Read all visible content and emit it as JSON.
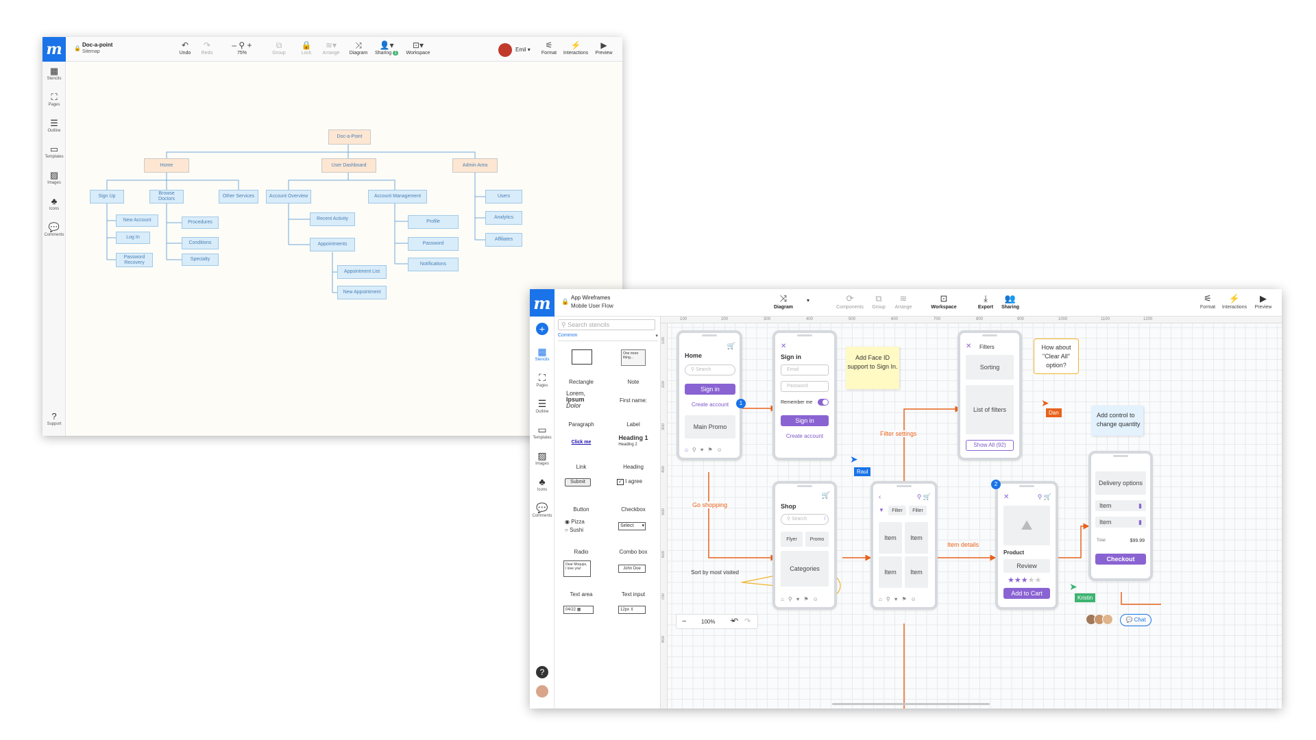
{
  "window1": {
    "doc_title": "Doc-a-point",
    "doc_subtitle": "Sitemap",
    "toolbar": {
      "undo": "Undo",
      "redo": "Redo",
      "zoom": "75%",
      "group": "Group",
      "lock": "Lock",
      "arrange": "Arrange",
      "diagram": "Diagram",
      "sharing": "Sharing",
      "sharing_badge": "1",
      "workspace": "Workspace",
      "user": "Emil",
      "format": "Format",
      "interactions": "Interactions",
      "preview": "Preview"
    },
    "sidebar": [
      "Stencils",
      "Pages",
      "Outline",
      "Templates",
      "Images",
      "Icons",
      "Comments"
    ],
    "support": "Support",
    "sitemap": {
      "root": "Doc-a-Point",
      "home": "Home",
      "user_dashboard": "User Dashboard",
      "admin_area": "Admin Area",
      "sign_up": "Sign Up",
      "browse_doctors": "Browse Doctors",
      "other_services": "Other Services",
      "account_overview": "Account Overview",
      "account_management": "Account Management",
      "new_account": "New Account",
      "log_in": "Log In",
      "password_recovery": "Password Recovery",
      "procedures": "Procedures",
      "conditions": "Conditions",
      "specialty": "Specialty",
      "recent_activity": "Recent Activity",
      "appointments": "Appointments",
      "appointment_list": "Appointment List",
      "new_appointment": "New Appointment",
      "profile": "Profile",
      "password": "Password",
      "notifications": "Notifications",
      "users": "Users",
      "analytics": "Analytics",
      "affiliates": "Affiliates"
    }
  },
  "window2": {
    "doc_title": "App Wireframes",
    "doc_subtitle": "Mobile User Flow",
    "toolbar": {
      "diagram": "Diagram",
      "components": "Components",
      "group": "Group",
      "arrange": "Arrange",
      "workspace": "Workspace",
      "export": "Export",
      "sharing": "Sharing",
      "format": "Format",
      "interactions": "Interactions",
      "preview": "Preview"
    },
    "sidebar": [
      "Stencils",
      "Pages",
      "Outline",
      "Templates",
      "Images",
      "Icons",
      "Comments"
    ],
    "search_placeholder": "Search stencils",
    "category": "Common",
    "stencils": {
      "rectangle": "Rectangle",
      "note": "Note",
      "note_preview": "One more thing...",
      "paragraph": "Paragraph",
      "paragraph_l1": "Lorem,",
      "paragraph_l2": "Ipsum",
      "paragraph_l3": "Dolor",
      "label": "Label",
      "label_preview": "First name:",
      "link": "Link",
      "link_preview": "Click me",
      "heading": "Heading",
      "heading_1": "Heading 1",
      "heading_2": "Heading 2",
      "button": "Button",
      "button_preview": "Submit",
      "checkbox": "Checkbox",
      "checkbox_preview": "I agree",
      "radio": "Radio",
      "radio_1": "Pizza",
      "radio_2": "Sushi",
      "combo": "Combo box",
      "combo_preview": "Select",
      "textarea": "Text area",
      "textarea_l1": "Dear Moqups,",
      "textarea_l2": "I love you!",
      "textinput": "Text input",
      "textinput_preview": "John Doe",
      "date_preview": "04/22",
      "stepper_preview": "12px"
    },
    "ruler": [
      "100",
      "200",
      "300",
      "400",
      "500",
      "600",
      "700",
      "800",
      "900",
      "1000",
      "1100",
      "1200"
    ],
    "ruler_v": [
      "100",
      "200",
      "300",
      "400",
      "500",
      "600",
      "700",
      "800"
    ],
    "phones": {
      "home": {
        "title": "Home",
        "search": "Search",
        "signin": "Sign in",
        "create": "Create account",
        "promo": "Main Promo"
      },
      "signin": {
        "title": "Sign in",
        "email": "Email",
        "password": "Password",
        "remember": "Remember me",
        "btn": "Sign in",
        "create": "Create account"
      },
      "filters": {
        "title": "Filters",
        "sorting": "Sorting",
        "list": "List of filters",
        "show_all": "Show All (92)"
      },
      "shop": {
        "title": "Shop",
        "search": "Search",
        "flyer": "Flyer",
        "promo": "Promo",
        "categories": "Categories"
      },
      "list": {
        "filter1": "Filter",
        "filter2": "Filter",
        "items": [
          "Item",
          "Item",
          "Item",
          "Item"
        ]
      },
      "product": {
        "title": "Product",
        "review": "Review",
        "add": "Add to Cart"
      },
      "cart": {
        "delivery": "Delivery options",
        "item1": "Item",
        "item2": "Item",
        "total_label": "Total",
        "total_value": "$99.99",
        "checkout": "Checkout"
      }
    },
    "notes": {
      "faceid": "Add Face ID support to Sign In.",
      "clear_all": "How about \"Clear All\" option?",
      "quantity": "Add control to change quantity",
      "sort": "Sort by most visited"
    },
    "flow_labels": {
      "filter_settings": "Filter settings",
      "go_shopping": "Go shopping",
      "item_details": "Item details"
    },
    "badges": [
      "1",
      "2"
    ],
    "cursors": {
      "dan": "Dan",
      "raul": "Raul",
      "kristin": "Kristin"
    },
    "zoom": "100%",
    "chat": "Chat"
  }
}
